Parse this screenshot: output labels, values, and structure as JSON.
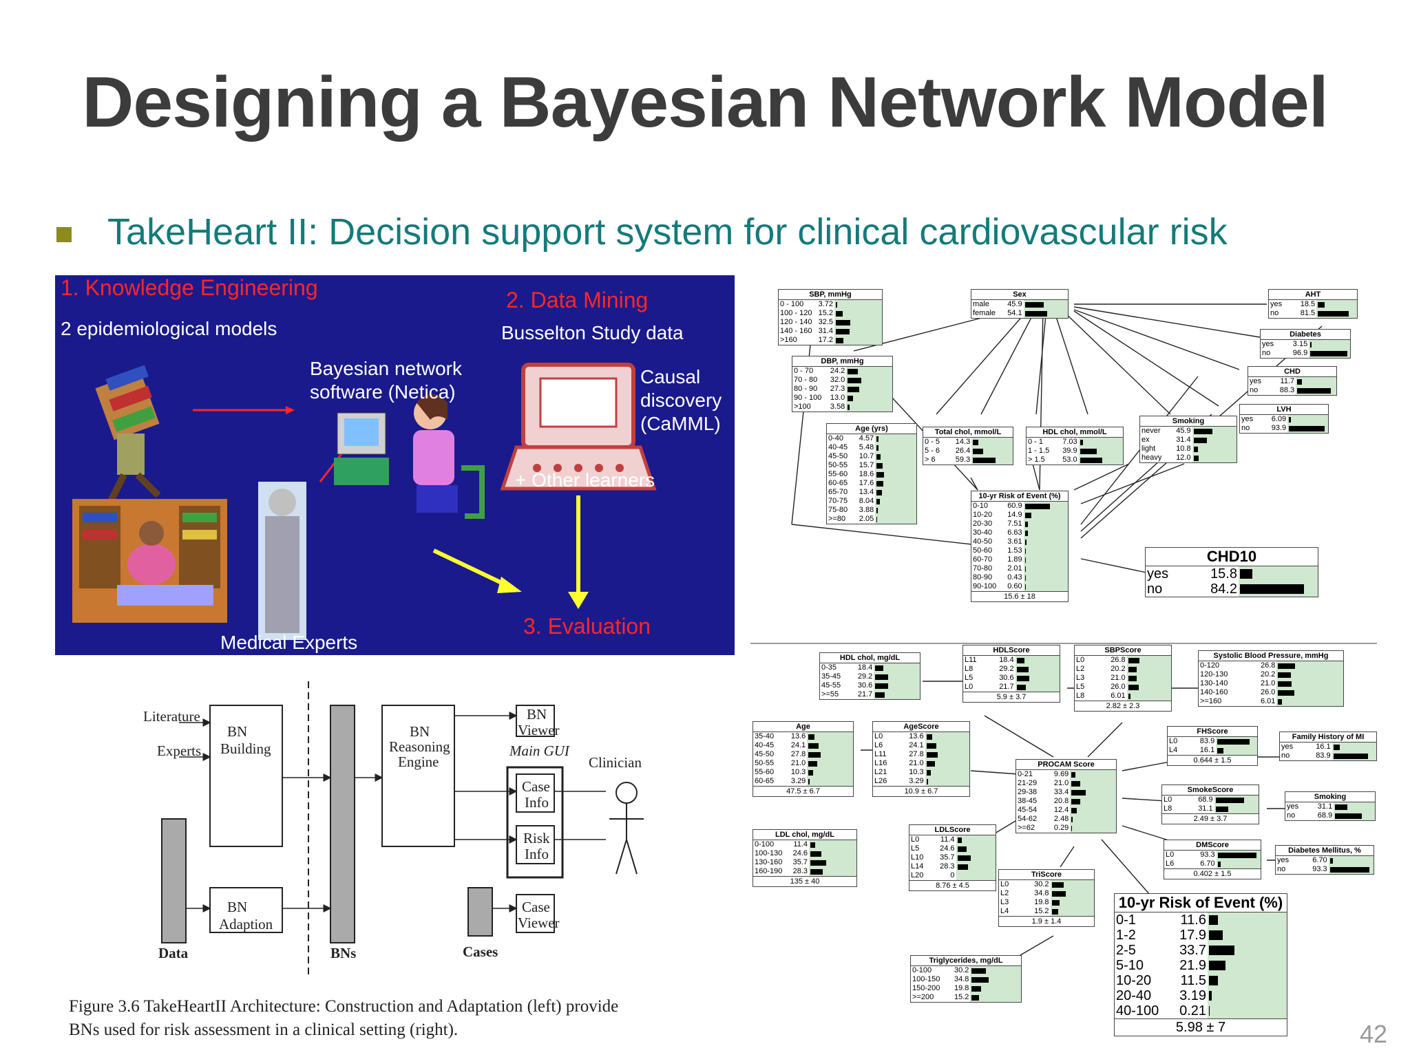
{
  "slide": {
    "title": "Designing a Bayesian Network Model",
    "bullet": "TakeHeart II: Decision support system for clinical cardiovascular risk",
    "page_number": "42"
  },
  "process": {
    "knowledge_eng": "1. Knowledge Engineering",
    "epi_models": "2 epidemiological models",
    "bn_software_1": "Bayesian network",
    "bn_software_2": "software (Netica)",
    "data_mining": "2. Data Mining",
    "busselton": "Busselton Study data",
    "causal_1": "Causal",
    "causal_2": "discovery",
    "causal_3": "(CaMML)",
    "other_learners": "+ Other learners",
    "evaluation": "3. Evaluation",
    "medical_experts": "Medical Experts"
  },
  "architecture": {
    "literature": "Literature",
    "experts": "Experts",
    "bn_building_1": "BN",
    "bn_building_2": "Building",
    "bn_adaption_1": "BN",
    "bn_adaption_2": "Adaption",
    "bn_engine_1": "BN",
    "bn_engine_2": "Reasoning",
    "bn_engine_3": "Engine",
    "bn_viewer_1": "BN",
    "bn_viewer_2": "Viewer",
    "main_gui": "Main GUI",
    "case_info_1": "Case",
    "case_info_2": "Info",
    "risk_info_1": "Risk",
    "risk_info_2": "Info",
    "case_viewer_1": "Case",
    "case_viewer_2": "Viewer",
    "clinician": "Clinician",
    "data": "Data",
    "bns": "BNs",
    "cases": "Cases",
    "caption_1": "Figure 3.6  TakeHeartII Architecture: Construction and Adaptation (left) provide",
    "caption_2": "BNs used for risk assessment in a clinical setting (right)."
  },
  "netA": {
    "sbp": {
      "title": "SBP, mmHg",
      "rows": [
        [
          "0 - 100",
          "3.72"
        ],
        [
          "100 - 120",
          "15.2"
        ],
        [
          "120 - 140",
          "32.5"
        ],
        [
          "140 - 160",
          "31.4"
        ],
        [
          ">160",
          "17.2"
        ]
      ]
    },
    "sex": {
      "title": "Sex",
      "rows": [
        [
          "male",
          "45.9"
        ],
        [
          "female",
          "54.1"
        ]
      ]
    },
    "aht": {
      "title": "AHT",
      "rows": [
        [
          "yes",
          "18.5"
        ],
        [
          "no",
          "81.5"
        ]
      ]
    },
    "diabetes": {
      "title": "Diabetes",
      "rows": [
        [
          "yes",
          "3.15"
        ],
        [
          "no",
          "96.9"
        ]
      ]
    },
    "dbp": {
      "title": "DBP, mmHg",
      "rows": [
        [
          "0 - 70",
          "24.2"
        ],
        [
          "70 - 80",
          "32.0"
        ],
        [
          "80 - 90",
          "27.3"
        ],
        [
          "90 - 100",
          "13.0"
        ],
        [
          ">100",
          "3.58"
        ]
      ]
    },
    "chd": {
      "title": "CHD",
      "rows": [
        [
          "yes",
          "11.7"
        ],
        [
          "no",
          "88.3"
        ]
      ]
    },
    "lvh": {
      "title": "LVH",
      "rows": [
        [
          "yes",
          "6.09"
        ],
        [
          "no",
          "93.9"
        ]
      ]
    },
    "age": {
      "title": "Age (yrs)",
      "rows": [
        [
          "0-40",
          "4.57"
        ],
        [
          "40-45",
          "5.48"
        ],
        [
          "45-50",
          "10.7"
        ],
        [
          "50-55",
          "15.7"
        ],
        [
          "55-60",
          "18.6"
        ],
        [
          "60-65",
          "17.6"
        ],
        [
          "65-70",
          "13.4"
        ],
        [
          "70-75",
          "8.04"
        ],
        [
          "75-80",
          "3.88"
        ],
        [
          ">=80",
          "2.05"
        ]
      ]
    },
    "totchol": {
      "title": "Total chol, mmol/L",
      "rows": [
        [
          "0 - 5",
          "14.3"
        ],
        [
          "5 - 6",
          "26.4"
        ],
        [
          "> 6",
          "59.3"
        ]
      ]
    },
    "hdlchol": {
      "title": "HDL chol, mmol/L",
      "rows": [
        [
          "0 - 1",
          "7.03"
        ],
        [
          "1 - 1.5",
          "39.9"
        ],
        [
          "> 1.5",
          "53.0"
        ]
      ]
    },
    "smoking": {
      "title": "Smoking",
      "rows": [
        [
          "never",
          "45.9"
        ],
        [
          "ex",
          "31.4"
        ],
        [
          "light",
          "10.8"
        ],
        [
          "heavy",
          "12.0"
        ]
      ]
    },
    "risk10": {
      "title": "10-yr Risk of Event (%)",
      "rows": [
        [
          "0-10",
          "60.9"
        ],
        [
          "10-20",
          "14.9"
        ],
        [
          "20-30",
          "7.51"
        ],
        [
          "30-40",
          "6.63"
        ],
        [
          "40-50",
          "3.61"
        ],
        [
          "50-60",
          "1.53"
        ],
        [
          "60-70",
          "1.89"
        ],
        [
          "70-80",
          "2.01"
        ],
        [
          "80-90",
          "0.43"
        ],
        [
          "90-100",
          "0.60"
        ]
      ],
      "footer": "15.6 ± 18"
    },
    "chd10": {
      "title": "CHD10",
      "rows": [
        [
          "yes",
          "15.8"
        ],
        [
          "no",
          "84.2"
        ]
      ]
    }
  },
  "netB": {
    "hdl": {
      "title": "HDL chol, mg/dL",
      "rows": [
        [
          "0-35",
          "18.4"
        ],
        [
          "35-45",
          "29.2"
        ],
        [
          "45-55",
          "30.6"
        ],
        [
          ">=55",
          "21.7"
        ]
      ]
    },
    "hdlscore": {
      "title": "HDLScore",
      "rows": [
        [
          "L11",
          "18.4"
        ],
        [
          "L8",
          "29.2"
        ],
        [
          "L5",
          "30.6"
        ],
        [
          "L0",
          "21.7"
        ]
      ],
      "footer": "5.9 ± 3.7"
    },
    "sbpscore": {
      "title": "SBPScore",
      "rows": [
        [
          "L0",
          "26.8"
        ],
        [
          "L2",
          "20.2"
        ],
        [
          "L3",
          "21.0"
        ],
        [
          "L5",
          "26.0"
        ],
        [
          "L8",
          "6.01"
        ]
      ],
      "footer": "2.82 ± 2.3"
    },
    "sysbp": {
      "title": "Systolic Blood Pressure, mmHg",
      "rows": [
        [
          "0-120",
          "26.8"
        ],
        [
          "120-130",
          "20.2"
        ],
        [
          "130-140",
          "21.0"
        ],
        [
          "140-160",
          "26.0"
        ],
        [
          ">=160",
          "6.01"
        ]
      ]
    },
    "age": {
      "title": "Age",
      "rows": [
        [
          "35-40",
          "13.6"
        ],
        [
          "40-45",
          "24.1"
        ],
        [
          "45-50",
          "27.8"
        ],
        [
          "50-55",
          "21.0"
        ],
        [
          "55-60",
          "10.3"
        ],
        [
          "60-65",
          "3.29"
        ]
      ],
      "footer": "47.5 ± 6.7"
    },
    "agescore": {
      "title": "AgeScore",
      "rows": [
        [
          "L0",
          "13.6"
        ],
        [
          "L6",
          "24.1"
        ],
        [
          "L11",
          "27.8"
        ],
        [
          "L16",
          "21.0"
        ],
        [
          "L21",
          "10.3"
        ],
        [
          "L26",
          "3.29"
        ]
      ],
      "footer": "10.9 ± 6.7"
    },
    "fhscore": {
      "title": "FHScore",
      "rows": [
        [
          "L0",
          "83.9"
        ],
        [
          "L4",
          "16.1"
        ]
      ],
      "footer": "0.644 ± 1.5"
    },
    "famhist": {
      "title": "Family History of MI",
      "rows": [
        [
          "yes",
          "16.1"
        ],
        [
          "no",
          "83.9"
        ]
      ]
    },
    "procam": {
      "title": "PROCAM Score",
      "rows": [
        [
          "0-21",
          "9.69"
        ],
        [
          "21-29",
          "21.0"
        ],
        [
          "29-38",
          "33.4"
        ],
        [
          "38-45",
          "20.8"
        ],
        [
          "45-54",
          "12.4"
        ],
        [
          "54-62",
          "2.48"
        ],
        [
          ">=62",
          "0.29"
        ]
      ]
    },
    "smokescore": {
      "title": "SmokeScore",
      "rows": [
        [
          "L0",
          "68.9"
        ],
        [
          "L8",
          "31.1"
        ]
      ],
      "footer": "2.49 ± 3.7"
    },
    "smoking": {
      "title": "Smoking",
      "rows": [
        [
          "yes",
          "31.1"
        ],
        [
          "no",
          "68.9"
        ]
      ]
    },
    "ldl": {
      "title": "LDL chol, mg/dL",
      "rows": [
        [
          "0-100",
          "11.4"
        ],
        [
          "100-130",
          "24.6"
        ],
        [
          "130-160",
          "35.7"
        ],
        [
          "160-190",
          "28.3"
        ]
      ],
      "footer": "135 ± 40"
    },
    "ldlscore": {
      "title": "LDLScore",
      "rows": [
        [
          "L0",
          "11.4"
        ],
        [
          "L5",
          "24.6"
        ],
        [
          "L10",
          "35.7"
        ],
        [
          "L14",
          "28.3"
        ],
        [
          "L20",
          "0"
        ]
      ],
      "footer": "8.76 ± 4.5"
    },
    "dmscore": {
      "title": "DMScore",
      "rows": [
        [
          "L0",
          "93.3"
        ],
        [
          "L6",
          "6.70"
        ]
      ],
      "footer": "0.402 ± 1.5"
    },
    "diabmell": {
      "title": "Diabetes Mellitus, %",
      "rows": [
        [
          "yes",
          "6.70"
        ],
        [
          "no",
          "93.3"
        ]
      ]
    },
    "triscore": {
      "title": "TriScore",
      "rows": [
        [
          "L0",
          "30.2"
        ],
        [
          "L2",
          "34.8"
        ],
        [
          "L3",
          "19.8"
        ],
        [
          "L4",
          "15.2"
        ]
      ],
      "footer": "1.9 ± 1.4"
    },
    "trig": {
      "title": "Triglycerides, mg/dL",
      "rows": [
        [
          "0-100",
          "30.2"
        ],
        [
          "100-150",
          "34.8"
        ],
        [
          "150-200",
          "19.8"
        ],
        [
          ">=200",
          "15.2"
        ]
      ]
    },
    "risk10": {
      "title": "10-yr Risk of Event (%)",
      "rows": [
        [
          "0-1",
          "11.6"
        ],
        [
          "1-2",
          "17.9"
        ],
        [
          "2-5",
          "33.7"
        ],
        [
          "5-10",
          "21.9"
        ],
        [
          "10-20",
          "11.5"
        ],
        [
          "20-40",
          "3.19"
        ],
        [
          "40-100",
          "0.21"
        ]
      ],
      "footer": "5.98 ± 7"
    }
  }
}
